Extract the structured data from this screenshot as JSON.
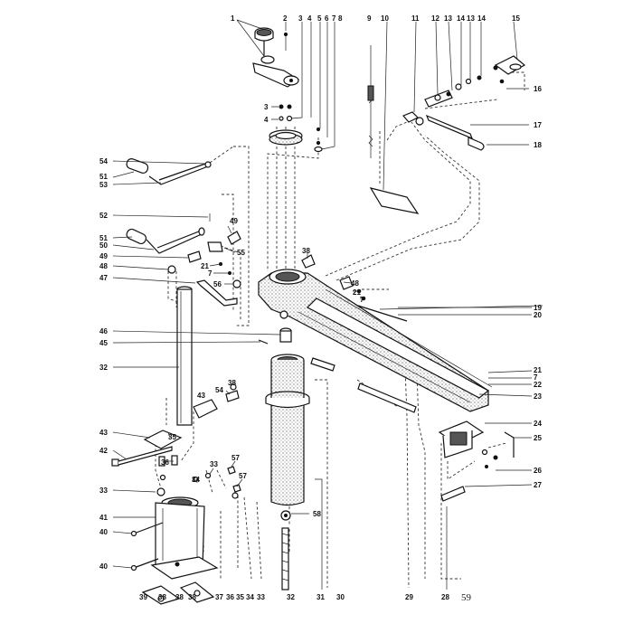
{
  "callouts": [
    {
      "id": "c1",
      "text": "1"
    },
    {
      "id": "c2",
      "text": "2"
    },
    {
      "id": "c3a",
      "text": "3"
    },
    {
      "id": "c4a",
      "text": "4"
    },
    {
      "id": "c5",
      "text": "5"
    },
    {
      "id": "c6",
      "text": "6"
    },
    {
      "id": "c7a",
      "text": "7"
    },
    {
      "id": "c8",
      "text": "8"
    },
    {
      "id": "c9",
      "text": "9"
    },
    {
      "id": "c10",
      "text": "10"
    },
    {
      "id": "c11",
      "text": "11"
    },
    {
      "id": "c12",
      "text": "12"
    },
    {
      "id": "c13a",
      "text": "13"
    },
    {
      "id": "c14a",
      "text": "14"
    },
    {
      "id": "c13b",
      "text": "13"
    },
    {
      "id": "c14b",
      "text": "14"
    },
    {
      "id": "c15",
      "text": "15"
    },
    {
      "id": "c16",
      "text": "16"
    },
    {
      "id": "c17",
      "text": "17"
    },
    {
      "id": "c18",
      "text": "18"
    },
    {
      "id": "c3b",
      "text": "3"
    },
    {
      "id": "c4b",
      "text": "4"
    },
    {
      "id": "c54a",
      "text": "54"
    },
    {
      "id": "c51a",
      "text": "51"
    },
    {
      "id": "c53",
      "text": "53"
    },
    {
      "id": "c52",
      "text": "52"
    },
    {
      "id": "c49a",
      "text": "49"
    },
    {
      "id": "c51b",
      "text": "51"
    },
    {
      "id": "c50",
      "text": "50"
    },
    {
      "id": "c55",
      "text": "55"
    },
    {
      "id": "c49b",
      "text": "49"
    },
    {
      "id": "c48a",
      "text": "48"
    },
    {
      "id": "c21a",
      "text": "21"
    },
    {
      "id": "c7b",
      "text": "7"
    },
    {
      "id": "c47",
      "text": "47"
    },
    {
      "id": "c56",
      "text": "56"
    },
    {
      "id": "c38a",
      "text": "38"
    },
    {
      "id": "c48b",
      "text": "48"
    },
    {
      "id": "c21b",
      "text": "21"
    },
    {
      "id": "c7c",
      "text": "7"
    },
    {
      "id": "c19",
      "text": "19"
    },
    {
      "id": "c20",
      "text": "20"
    },
    {
      "id": "c46",
      "text": "46"
    },
    {
      "id": "c45",
      "text": "45"
    },
    {
      "id": "c32a",
      "text": "32"
    },
    {
      "id": "c21c",
      "text": "21"
    },
    {
      "id": "c7d",
      "text": "7"
    },
    {
      "id": "c22",
      "text": "22"
    },
    {
      "id": "c23",
      "text": "23"
    },
    {
      "id": "c54b",
      "text": "54"
    },
    {
      "id": "c38b",
      "text": "38"
    },
    {
      "id": "c43a",
      "text": "43"
    },
    {
      "id": "c43b",
      "text": "43"
    },
    {
      "id": "c35a",
      "text": "35"
    },
    {
      "id": "c42",
      "text": "42"
    },
    {
      "id": "c36",
      "text": "36"
    },
    {
      "id": "c57a",
      "text": "57"
    },
    {
      "id": "c33a",
      "text": "33"
    },
    {
      "id": "c34a",
      "text": "34"
    },
    {
      "id": "c57b",
      "text": "57"
    },
    {
      "id": "c33b",
      "text": "33"
    },
    {
      "id": "c24",
      "text": "24"
    },
    {
      "id": "c25",
      "text": "25"
    },
    {
      "id": "c26",
      "text": "26"
    },
    {
      "id": "c27",
      "text": "27"
    },
    {
      "id": "c41",
      "text": "41"
    },
    {
      "id": "c40a",
      "text": "40"
    },
    {
      "id": "c58",
      "text": "58"
    },
    {
      "id": "c40b",
      "text": "40"
    },
    {
      "id": "c39",
      "text": "39"
    },
    {
      "id": "c38c",
      "text": "38"
    },
    {
      "id": "c38d",
      "text": "38"
    },
    {
      "id": "c38e",
      "text": "38"
    },
    {
      "id": "c37",
      "text": "37"
    },
    {
      "id": "c36b",
      "text": "36"
    },
    {
      "id": "c35b",
      "text": "35"
    },
    {
      "id": "c34b",
      "text": "34"
    },
    {
      "id": "c33c",
      "text": "33"
    },
    {
      "id": "c32b",
      "text": "32"
    },
    {
      "id": "c31",
      "text": "31"
    },
    {
      "id": "c30",
      "text": "30"
    },
    {
      "id": "c29",
      "text": "29"
    },
    {
      "id": "c28",
      "text": "28"
    }
  ],
  "page_number": "59"
}
